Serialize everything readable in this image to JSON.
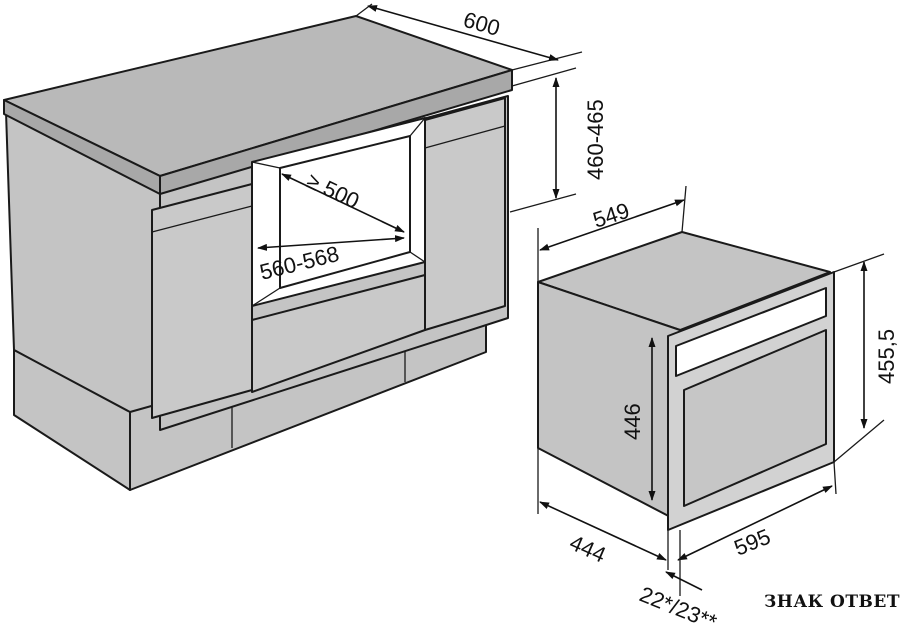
{
  "dimensions": {
    "cabinet_depth": "600",
    "niche_height": "460-465",
    "niche_depth": "≥ 500",
    "niche_width": "560-568",
    "oven_depth": "549",
    "oven_front_height": "455,5",
    "oven_body_height": "446",
    "oven_front_width": "595",
    "oven_body_width": "444",
    "front_offset": "22*/23**"
  },
  "watermark": "ЗНАК ОТВЕТА",
  "colors": {
    "line": "#1a1a1a",
    "face": "#c4c4c4",
    "panel": "#a8a8a8",
    "background": "#ffffff"
  }
}
